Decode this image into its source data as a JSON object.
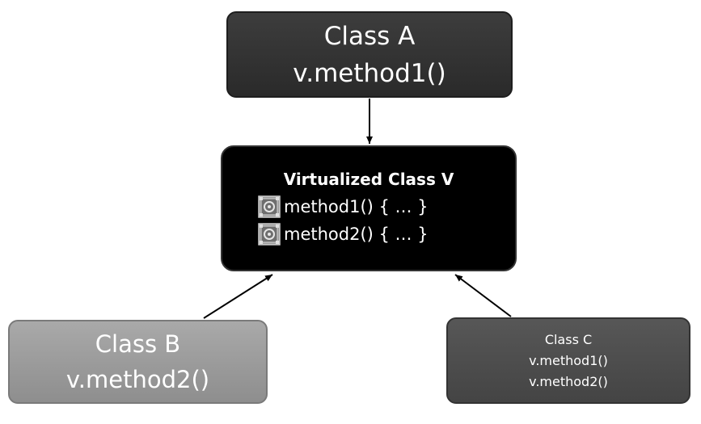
{
  "class_a": {
    "title": "Class A",
    "call": "v.method1()"
  },
  "virtual_class": {
    "title": "Virtualized Class V",
    "methods": [
      {
        "label": "method1() { … }",
        "icon": "protection-icon"
      },
      {
        "label": "method2() { … }",
        "icon": "protection-icon"
      }
    ]
  },
  "class_b": {
    "title": "Class B",
    "call": "v.method2()"
  },
  "class_c": {
    "title": "Class C",
    "calls": [
      "v.method1()",
      "v.method2()"
    ]
  },
  "colors": {
    "class_a": "#333333",
    "virtual_class": "#000000",
    "class_b": "#9b9b9b",
    "class_c": "#4d4d4d",
    "arrow": "#000000"
  }
}
